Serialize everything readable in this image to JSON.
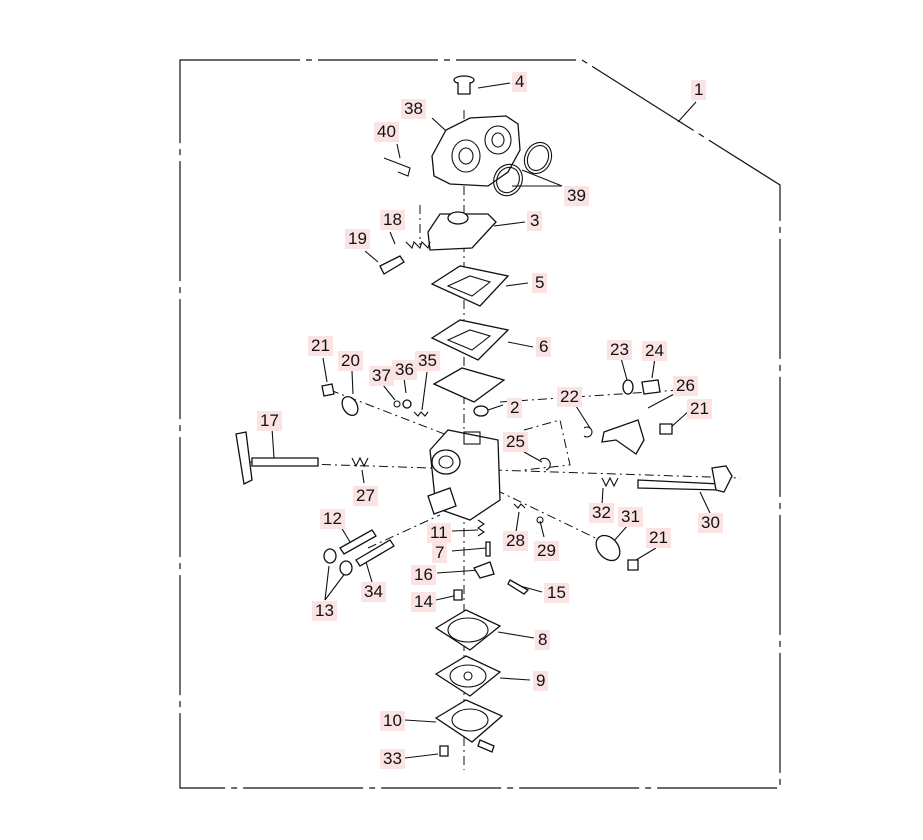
{
  "callouts": [
    {
      "id": "1",
      "text": "1"
    },
    {
      "id": "2",
      "text": "2"
    },
    {
      "id": "3",
      "text": "3"
    },
    {
      "id": "4",
      "text": "4"
    },
    {
      "id": "5",
      "text": "5"
    },
    {
      "id": "6",
      "text": "6"
    },
    {
      "id": "7",
      "text": "7"
    },
    {
      "id": "8",
      "text": "8"
    },
    {
      "id": "9",
      "text": "9"
    },
    {
      "id": "10",
      "text": "10"
    },
    {
      "id": "11",
      "text": "11"
    },
    {
      "id": "12",
      "text": "12"
    },
    {
      "id": "13",
      "text": "13"
    },
    {
      "id": "14",
      "text": "14"
    },
    {
      "id": "15",
      "text": "15"
    },
    {
      "id": "16",
      "text": "16"
    },
    {
      "id": "17",
      "text": "17"
    },
    {
      "id": "18",
      "text": "18"
    },
    {
      "id": "19",
      "text": "19"
    },
    {
      "id": "20",
      "text": "20"
    },
    {
      "id": "21a",
      "text": "21"
    },
    {
      "id": "21b",
      "text": "21"
    },
    {
      "id": "21c",
      "text": "21"
    },
    {
      "id": "22",
      "text": "22"
    },
    {
      "id": "23",
      "text": "23"
    },
    {
      "id": "24",
      "text": "24"
    },
    {
      "id": "25",
      "text": "25"
    },
    {
      "id": "26",
      "text": "26"
    },
    {
      "id": "27",
      "text": "27"
    },
    {
      "id": "28",
      "text": "28"
    },
    {
      "id": "29",
      "text": "29"
    },
    {
      "id": "30",
      "text": "30"
    },
    {
      "id": "31",
      "text": "31"
    },
    {
      "id": "32",
      "text": "32"
    },
    {
      "id": "33",
      "text": "33"
    },
    {
      "id": "34",
      "text": "34"
    },
    {
      "id": "35",
      "text": "35"
    },
    {
      "id": "36",
      "text": "36"
    },
    {
      "id": "37",
      "text": "37"
    },
    {
      "id": "38",
      "text": "38"
    },
    {
      "id": "39",
      "text": "39"
    },
    {
      "id": "40",
      "text": "40"
    }
  ]
}
